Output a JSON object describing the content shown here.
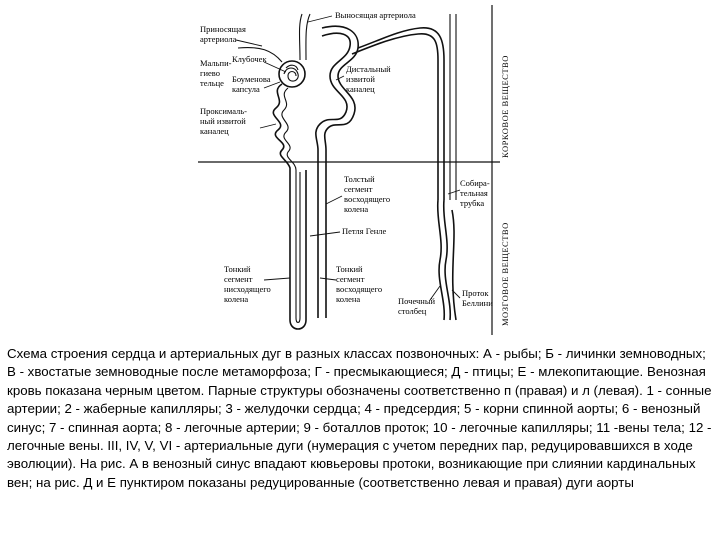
{
  "labels": {
    "afferent": [
      "Приносящая",
      "артериола"
    ],
    "efferent": "Выносящая артериола",
    "glomerulus": "Клубочек",
    "capsule": [
      "Боуменова",
      "капсула"
    ],
    "malpighian": [
      "Мальпи-",
      "гиево",
      "тельце"
    ],
    "distal": [
      "Дистальный",
      "извитой",
      "каналец"
    ],
    "proximal": [
      "Проксималь-",
      "ный извитой",
      "каналец"
    ],
    "thick": [
      "Толстый",
      "сегмент",
      "восходящего",
      "колена"
    ],
    "henle": "Петля Генле",
    "thin_desc": [
      "Тонкий",
      "сегмент",
      "нисходящего",
      "колена"
    ],
    "thin_asc": [
      "Тонкий",
      "сегмент",
      "восходящего",
      "колена"
    ],
    "collecting_tube": [
      "Собира-",
      "тельная",
      "трубка"
    ],
    "renal_tubule": [
      "Почечный",
      "столбец"
    ],
    "bellini": [
      "Проток",
      "Беллини"
    ],
    "cortex": "КОРКОВОЕ ВЕЩЕСТВО",
    "medulla": "МОЗГОВОЕ ВЕЩЕСТВО"
  },
  "caption": "Схема строения сердца и артериальных дуг в разных классах позвоночных: А - рыбы; Б - личинки земноводных; В - хвостатые земноводные после метаморфоза; Г - пресмыкающиеся; Д - птицы; Е - млекопитающие. Венозная кровь показана черным цветом. Парные структуры обозначены соответственно п (правая) и л (левая). 1 - сонные артерии; 2 - жаберные капилляры; 3 - желудочки сердца; 4 - предсердия; 5 - корни спинной аорты; 6 - венозный синус; 7 - спинная аорта; 8 - легочные артерии; 9 - боталлов проток; 10 - легочные капилляры; 11 -вены тела; 12 - легочные вены. III, IV, V, VI - артериальные дуги (нумерация с учетом передних пар, редуцировавшихся в ходе эволюции). На рис. А в венозный синус впадают кювьеровы протоки, возникающие при слиянии кардинальных вен; на рис. Д и Е пунктиром показаны редуцированные (соответственно левая и правая) дуги аорты"
}
